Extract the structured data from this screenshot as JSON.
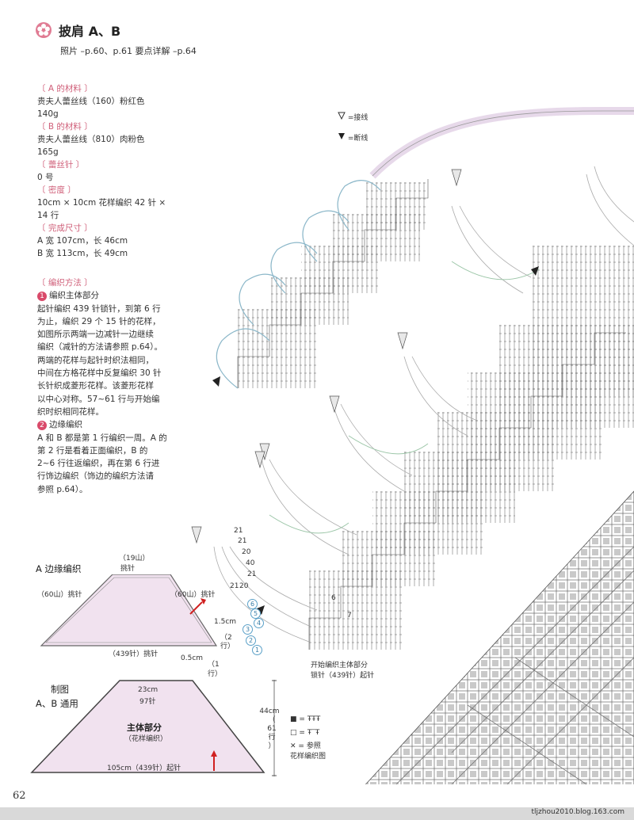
{
  "header": {
    "title": "披肩 A、B",
    "subtitle": "照片 –p.60、p.61  要点详解 –p.64"
  },
  "materials": [
    {
      "heading": "〔 A 的材料 〕",
      "lines": [
        "贵夫人蕾丝线（160）粉红色",
        "140g"
      ]
    },
    {
      "heading": "〔 B 的材料 〕",
      "lines": [
        "贵夫人蕾丝线（810）肉粉色",
        "165g"
      ]
    },
    {
      "heading": "〔 蕾丝针 〕",
      "lines": [
        "0 号"
      ]
    },
    {
      "heading": "〔 密度 〕",
      "lines": [
        "10cm × 10cm 花样编织 42 针 ×",
        "14 行"
      ]
    },
    {
      "heading": "〔 完成尺寸 〕",
      "lines": [
        "A   宽 107cm，长 46cm",
        "B   宽 113cm，长 49cm"
      ]
    }
  ],
  "method": {
    "heading": "〔 编织方法 〕",
    "step1_num": "1",
    "step1_title": "编织主体部分",
    "step1_lines": [
      "起针编织 439 针锁针，到第 6 行",
      "为止，编织 29 个 15 针的花样，",
      "如图所示两端一边减针一边继续",
      "编织（减针的方法请参照 p.64）。",
      "两端的花样与起针时织法相同，",
      "中间在方格花样中反复编织 30 针",
      "长针织成菱形花样。该菱形花样",
      "以中心对称。57~61 行与开始编",
      "织时织相同花样。"
    ],
    "step2_num": "2",
    "step2_title": "边缘编织",
    "step2_lines": [
      "A 和 B 都是第 1 行编织一周。A 的",
      "第 2 行是看着正面编织，B 的",
      "2~6 行往返编织，再在第 6 行进",
      "行饰边编织（饰边的编织方法请",
      "参照 p.64）。"
    ]
  },
  "legend": {
    "join": "=接线",
    "cut": "=断线"
  },
  "diagramA": {
    "heading": "A   边缘编织",
    "top": "（19山）",
    "top2": "挑针",
    "left": "（60山）挑针",
    "right": "（60山）挑针",
    "bottom": "（439针）挑针",
    "r1": "1.5cm",
    "r2": "（2",
    "r3": "行）",
    "b1": "0.5cm",
    "b2": "（1",
    "b3": "行）"
  },
  "diagramMain": {
    "heading1": "制图",
    "heading2": "A、B 通用",
    "top1": "23cm",
    "top2": "97针",
    "center1": "主体部分",
    "center2": "（花样编织）",
    "bottom": "105cm（439针）起针",
    "height1": "44cm",
    "height2": "（",
    "height3": "61",
    "height4": "行",
    "height5": "）"
  },
  "chart": {
    "start1": "开始编织主体部分",
    "start2": "锁针（439针）起针",
    "rows": [
      "21",
      "21",
      "20",
      "40",
      "21",
      "21",
      "20",
      "6",
      "7"
    ],
    "circled": [
      "6",
      "5",
      "4",
      "3",
      "2",
      "1"
    ],
    "key1": "=",
    "key2": "=",
    "key3": "= 参照",
    "key4": "花样编织图"
  },
  "footer": {
    "page": "62",
    "site": "tljzhou2010.blog.163.com"
  }
}
